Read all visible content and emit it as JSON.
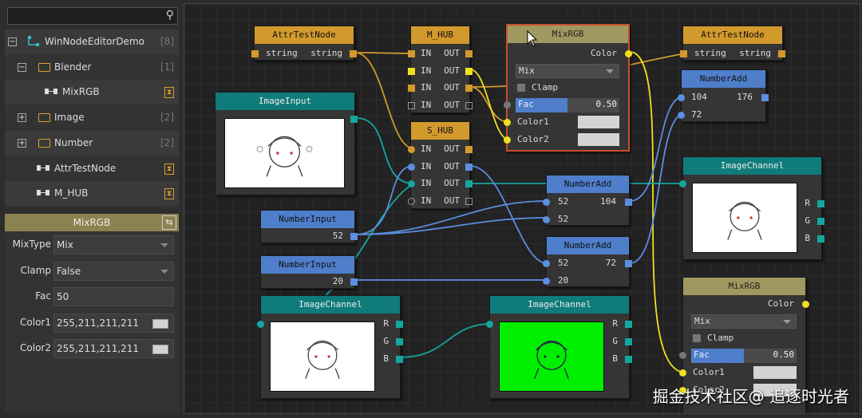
{
  "search": {
    "placeholder": ""
  },
  "tree": {
    "rows": [
      {
        "label": "WinNodeEditorDemo",
        "count": "[8]"
      },
      {
        "label": "Blender",
        "count": "[1]"
      },
      {
        "label": "MixRGB",
        "count": ""
      },
      {
        "label": "Image",
        "count": "[2]"
      },
      {
        "label": "Number",
        "count": "[2]"
      },
      {
        "label": "AttrTestNode",
        "count": ""
      },
      {
        "label": "M_HUB",
        "count": ""
      }
    ]
  },
  "props": {
    "title": "MixRGB",
    "rows": [
      {
        "label": "MixType",
        "value": "Mix"
      },
      {
        "label": "Clamp",
        "value": "False"
      },
      {
        "label": "Fac",
        "value": "50"
      },
      {
        "label": "Color1",
        "value": "255,211,211,211"
      },
      {
        "label": "Color2",
        "value": "255,211,211,211"
      }
    ]
  },
  "nodes": {
    "attr1": {
      "title": "AttrTestNode",
      "in": "string",
      "out": "string"
    },
    "attr2": {
      "title": "AttrTestNode",
      "in": "string",
      "out": "string"
    },
    "mhub": {
      "title": "M_HUB",
      "in": "IN",
      "out": "OUT"
    },
    "shub": {
      "title": "S_HUB",
      "in": "IN",
      "out": "OUT"
    },
    "mix1": {
      "title": "MixRGB",
      "out": "Color",
      "mode": "Mix",
      "clamp": "Clamp",
      "fac_label": "Fac",
      "fac_value": "0.50",
      "fac": 0.5,
      "color1": "Color1",
      "color2": "Color2"
    },
    "mix2": {
      "title": "MixRGB",
      "out": "Color",
      "mode": "Mix",
      "clamp": "Clamp",
      "fac_label": "Fac",
      "fac_value": "0.50",
      "fac": 0.5,
      "color1": "Color1",
      "color2": "Color2"
    },
    "imageinput": {
      "title": "ImageInput"
    },
    "numin1": {
      "title": "NumberInput",
      "value": "52"
    },
    "numin2": {
      "title": "NumberInput",
      "value": "20"
    },
    "numadd1": {
      "title": "NumberAdd",
      "a": "104",
      "b": "72",
      "out": "176"
    },
    "numadd2": {
      "title": "NumberAdd",
      "a": "52",
      "b": "52",
      "out": "104"
    },
    "numadd3": {
      "title": "NumberAdd",
      "a": "52",
      "b": "20",
      "out": "72"
    },
    "chan1": {
      "title": "ImageChannel",
      "r": "R",
      "g": "G",
      "b": "B"
    },
    "chan2": {
      "title": "ImageChannel",
      "r": "R",
      "g": "G",
      "b": "B"
    },
    "chan3": {
      "title": "ImageChannel",
      "r": "R",
      "g": "G",
      "b": "B"
    }
  },
  "watermark": "掘金技术社区@ 追逐时光者",
  "colors": {
    "gold": "#d29a2c",
    "blue": "#4f7ecb",
    "teal": "#0f7b7a",
    "khaki": "#a09860",
    "yellow": "#f0e020",
    "selected": "#c8502c"
  }
}
